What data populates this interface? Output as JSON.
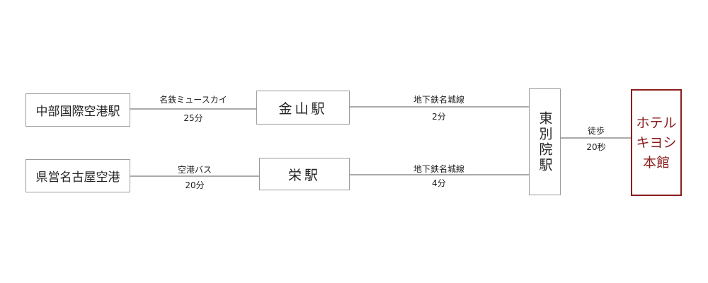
{
  "nodes": {
    "chubu_airport": "中部国際空港駅",
    "kanayama": "金山駅",
    "prefectural_airport": "県営名古屋空港",
    "sakae": "栄駅",
    "higashibetsuin": "東別院駅",
    "hotel": "ホテルキヨシ本館"
  },
  "edges": {
    "e1": {
      "line": "名鉄ミュースカイ",
      "time": "25分"
    },
    "e2": {
      "line": "地下鉄名城線",
      "time": "2分"
    },
    "e3": {
      "line": "空港バス",
      "time": "20分"
    },
    "e4": {
      "line": "地下鉄名城線",
      "time": "4分"
    },
    "e5": {
      "line": "徒歩",
      "time": "20秒"
    }
  },
  "colors": {
    "border": "#9a9a9a",
    "line": "#aaaaaa",
    "accent": "#8b1c1c"
  }
}
